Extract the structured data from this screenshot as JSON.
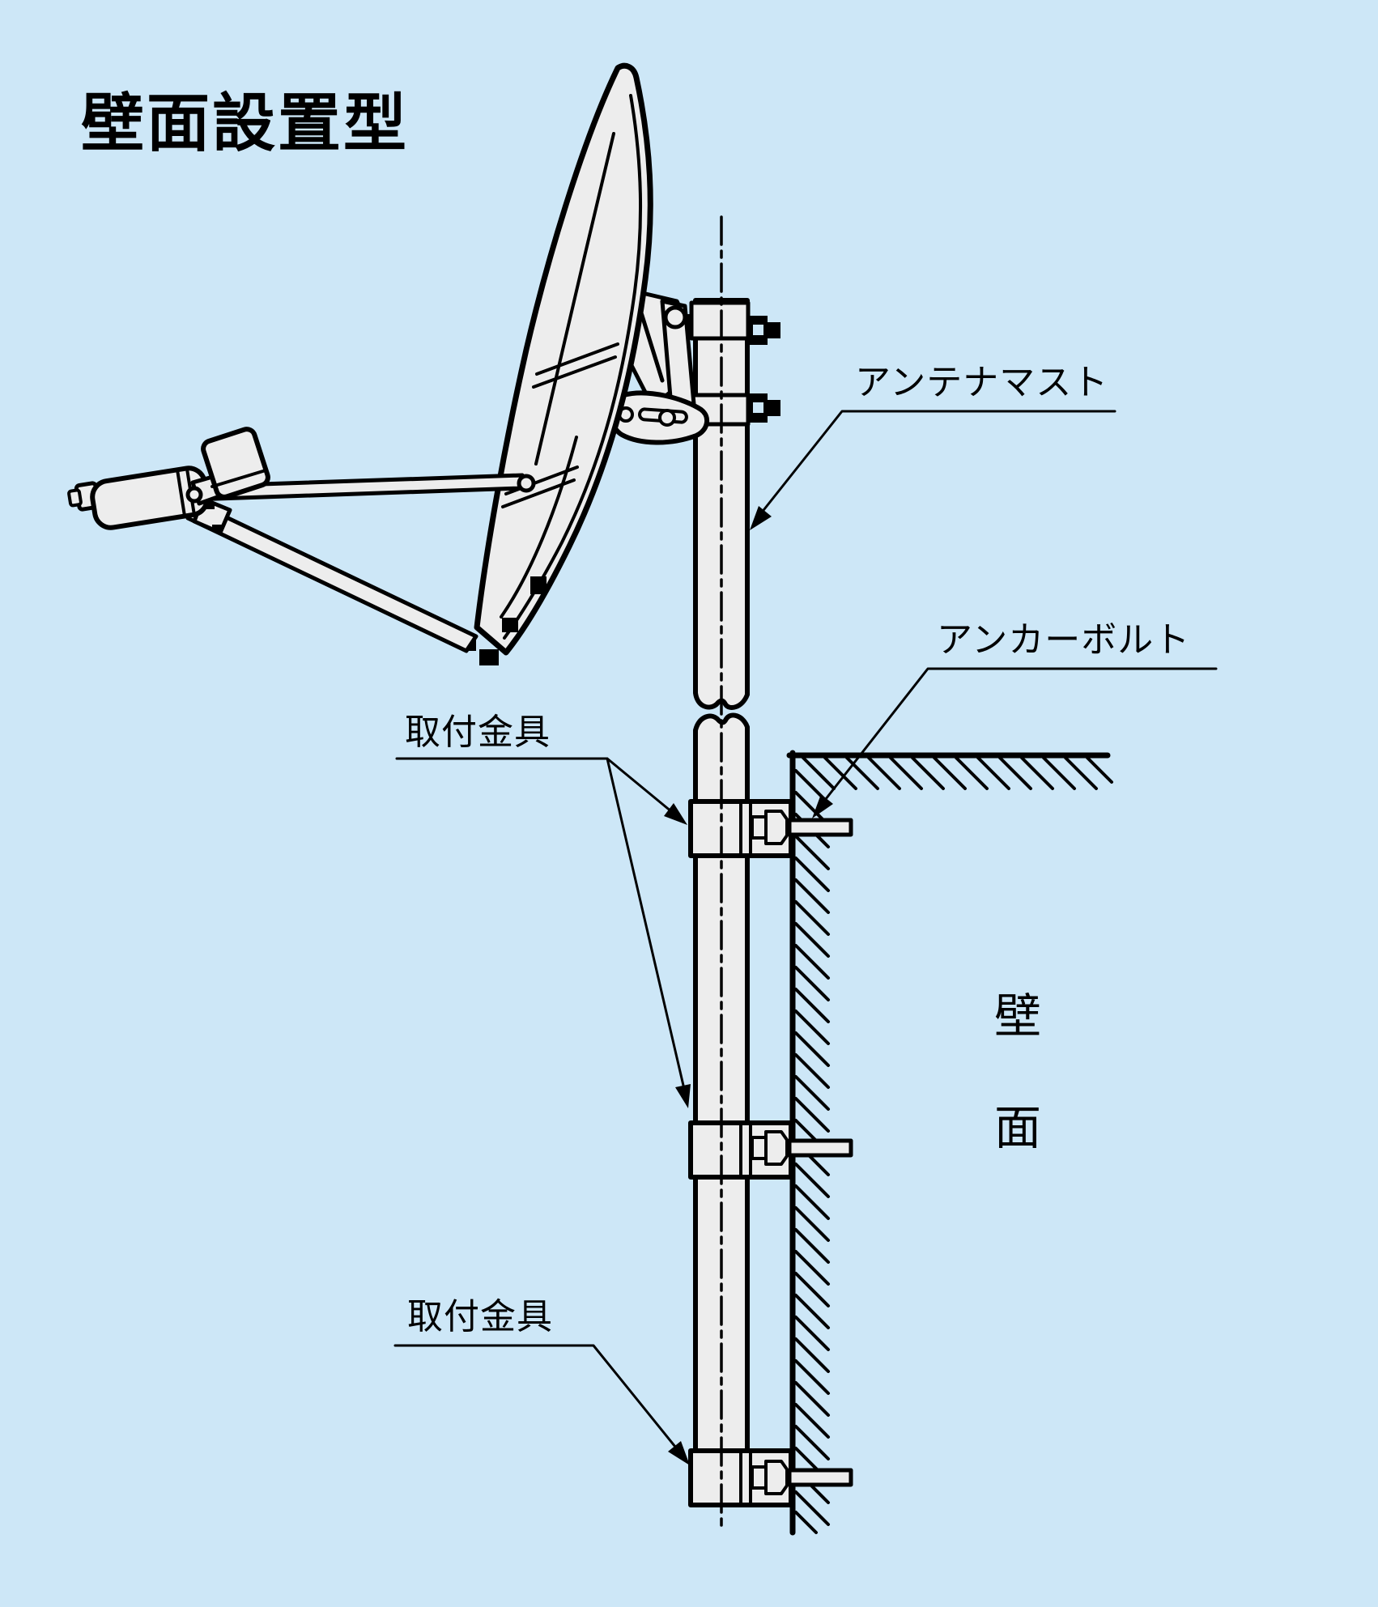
{
  "title": "壁面設置型",
  "labels": {
    "antenna_mast": "アンテナマスト",
    "anchor_bolt": "アンカーボルト",
    "bracket_upper": "取付金具",
    "bracket_lower": "取付金具",
    "wall": [
      "壁",
      "面"
    ]
  },
  "colors": {
    "background": "#cde7f7",
    "line": "#000000",
    "metal_fill": "#ededed"
  }
}
